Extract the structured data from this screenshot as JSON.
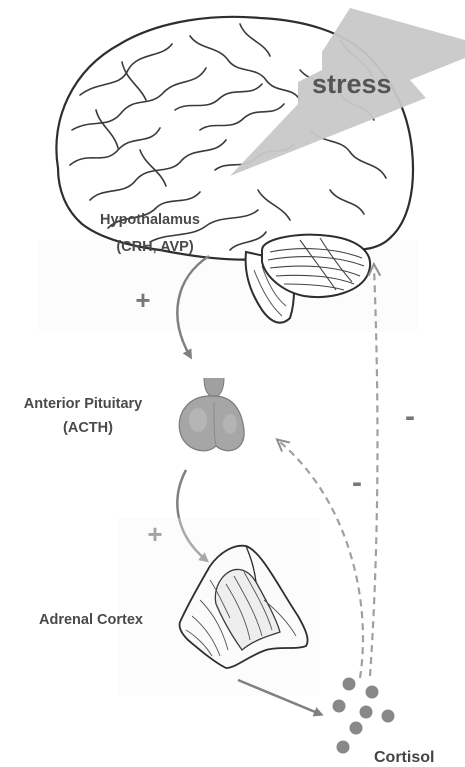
{
  "labels": {
    "stress": "stress",
    "hypothalamus_line1": "Hypothalamus",
    "hypothalamus_line2": "(CRH, AVP)",
    "pituitary_line1": "Anterior Pituitary",
    "pituitary_line2": "(ACTH)",
    "adrenal": "Adrenal Cortex",
    "cortisol": "Cortisol"
  },
  "signs": {
    "plus_hypothalamus": "+",
    "plus_pituitary": "+",
    "minus_brain": "-",
    "minus_pituitary": "-"
  },
  "colors": {
    "text": "#555555",
    "arrow": "#808080",
    "bolt": "#c8c8c8",
    "gland": "#9a9a9a",
    "outline": "#2e2e2e",
    "dots": "#888888"
  }
}
